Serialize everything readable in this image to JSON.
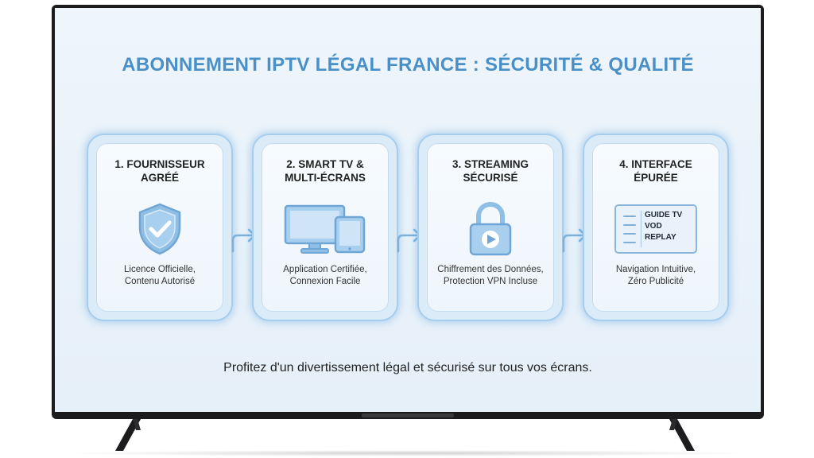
{
  "title": "ABONNEMENT IPTV LÉGAL FRANCE : SÉCURITÉ & QUALITÉ",
  "steps": [
    {
      "title_line1": "1. FOURNISSEUR",
      "title_line2": "AGRÉÉ",
      "icon": "shield-check-icon",
      "desc_line1": "Licence Officielle,",
      "desc_line2": "Contenu Autorisé"
    },
    {
      "title_line1": "2. SMART TV &",
      "title_line2": "MULTI-ÉCRANS",
      "icon": "monitor-tablet-icon",
      "desc_line1": "Application Certifiée,",
      "desc_line2": "Connexion Facile"
    },
    {
      "title_line1": "3. STREAMING",
      "title_line2": "SÉCURISÉ",
      "icon": "lock-play-icon",
      "desc_line1": "Chiffrement des Données,",
      "desc_line2": "Protection VPN Incluse"
    },
    {
      "title_line1": "4. INTERFACE",
      "title_line2": "ÉPURÉE",
      "icon": "tv-guide-icon",
      "desc_line1": "Navigation Intuitive,",
      "desc_line2": "Zéro Publicité"
    }
  ],
  "guide_labels": [
    "GUIDE TV",
    "VOD",
    "REPLAY"
  ],
  "tagline": "Profitez d'un divertissement légal et sécurisé sur tous vos écrans.",
  "colors": {
    "accent": "#4a90c8",
    "card_glow": "#a6cdee",
    "icon_blue": "#7eb0da",
    "tv_frame": "#1c1c1e"
  }
}
